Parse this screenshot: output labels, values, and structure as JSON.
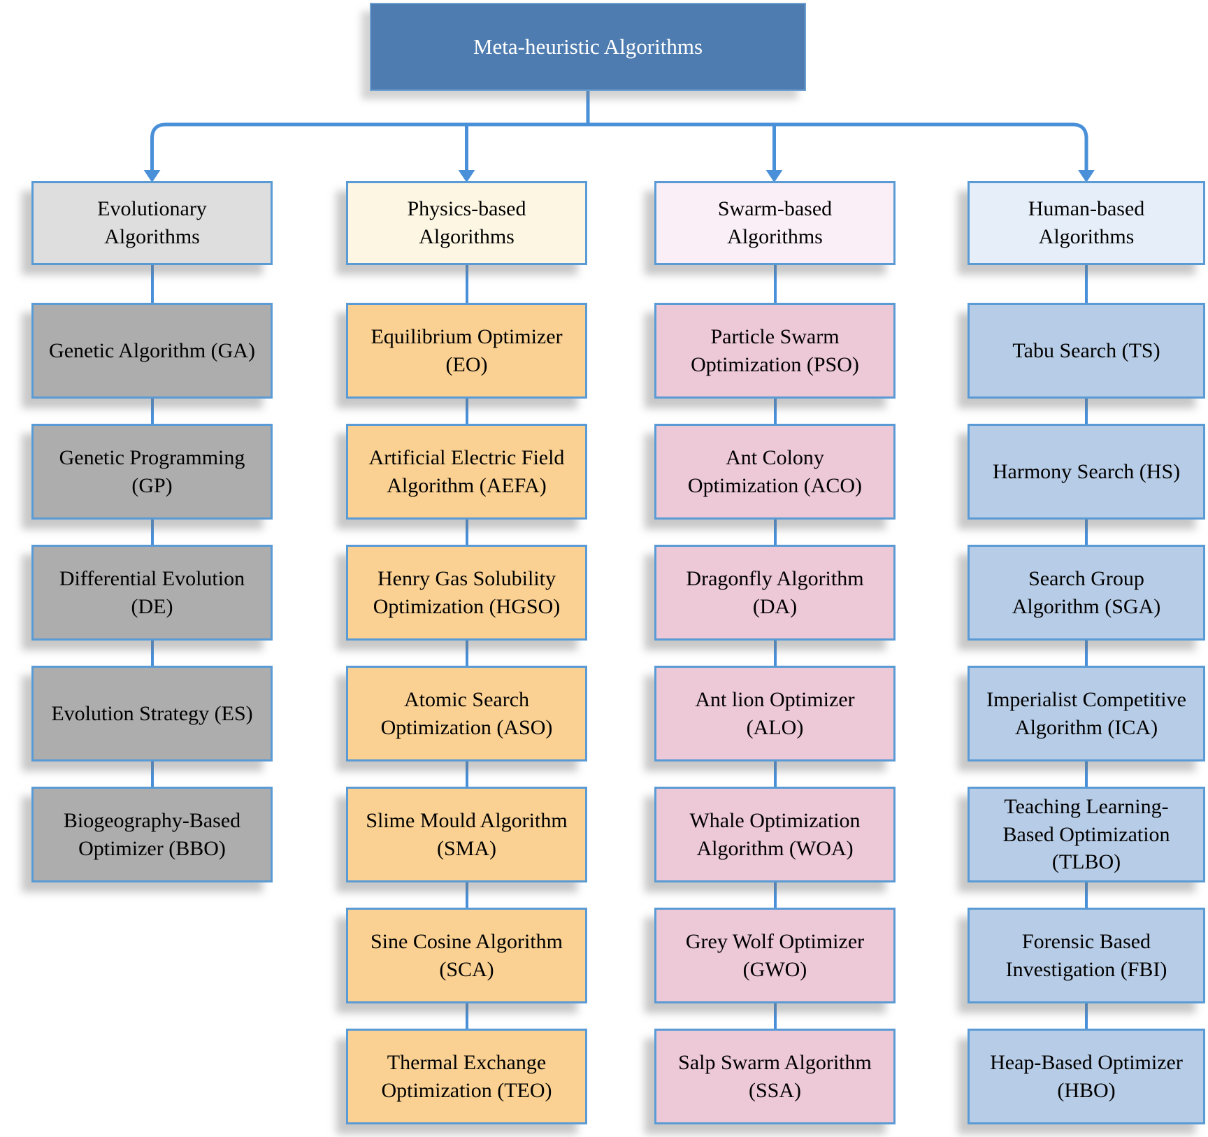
{
  "diagram": {
    "title": "Meta-heuristic Algorithms",
    "columns": [
      {
        "header": "Evolutionary Algorithms",
        "items": [
          "Genetic Algorithm (GA)",
          "Genetic Programming (GP)",
          "Differential Evolution (DE)",
          "Evolution Strategy (ES)",
          "Biogeography-Based Optimizer (BBO)"
        ]
      },
      {
        "header": "Physics-based Algorithms",
        "items": [
          "Equilibrium Optimizer (EO)",
          "Artificial Electric Field Algorithm (AEFA)",
          "Henry Gas Solubility Optimization (HGSO)",
          "Atomic Search Optimization (ASO)",
          "Slime Mould Algorithm (SMA)",
          "Sine Cosine Algorithm (SCA)",
          "Thermal Exchange Optimization (TEO)"
        ]
      },
      {
        "header": "Swarm-based Algorithms",
        "items": [
          "Particle Swarm Optimization (PSO)",
          "Ant Colony Optimization (ACO)",
          "Dragonfly Algorithm (DA)",
          "Ant lion Optimizer (ALO)",
          "Whale Optimization Algorithm (WOA)",
          "Grey Wolf Optimizer (GWO)",
          "Salp Swarm Algorithm (SSA)"
        ]
      },
      {
        "header": "Human-based Algorithms",
        "items": [
          "Tabu Search (TS)",
          "Harmony Search (HS)",
          "Search Group Algorithm (SGA)",
          "Imperialist Competitive Algorithm (ICA)",
          "Teaching Learning-Based Optimization (TLBO)",
          "Forensic Based Investigation (FBI)",
          "Heap-Based Optimizer (HBO)"
        ]
      }
    ],
    "palette": {
      "connector": "#4a90d9",
      "box_border": "#5b9bd5",
      "root_fill": "#4e7cb0",
      "root_text": "#ffffff",
      "evolutionary_header_fill": "#dedede",
      "evolutionary_item_fill": "#adadad",
      "physics_header_fill": "#fcf6e3",
      "physics_item_fill": "#fad192",
      "swarm_header_fill": "#faeff6",
      "swarm_item_fill": "#edc8d6",
      "human_header_fill": "#e6eff9",
      "human_item_fill": "#b7cce6",
      "item_text": "#000000"
    }
  }
}
